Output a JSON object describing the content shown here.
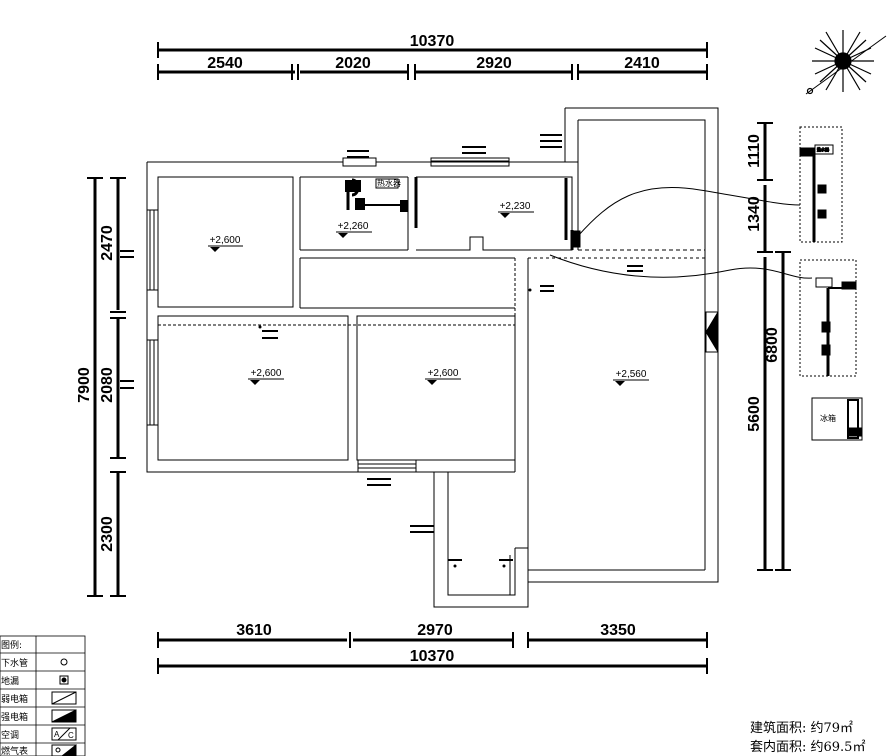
{
  "dimensions": {
    "top_total": "10370",
    "top_segments": [
      "2540",
      "2020",
      "2920",
      "2410"
    ],
    "bottom_segments": [
      "3610",
      "2970",
      "3350"
    ],
    "bottom_total": "10370",
    "left_total": "7900",
    "left_segments": [
      "2470",
      "2080",
      "2300"
    ],
    "right_segments": [
      "1110",
      "1340",
      "5600"
    ],
    "right_extra": "6800"
  },
  "rooms": {
    "bedroom_top_left": "+2,600",
    "bathroom": "+2,260",
    "kitchen": "+2,230",
    "bedroom_mid_left": "+2,600",
    "bedroom_mid_center": "+2,600",
    "living_room": "+2,560"
  },
  "fixtures": {
    "water_heater": "热水器",
    "fridge": "冰箱",
    "small_box": "热水器"
  },
  "legend": {
    "title": "图例:",
    "items": [
      {
        "label": "下水管",
        "icon": "circle-icon"
      },
      {
        "label": "地漏",
        "icon": "floor-drain-icon"
      },
      {
        "label": "弱电箱",
        "icon": "weak-box-icon"
      },
      {
        "label": "强电箱",
        "icon": "strong-box-icon"
      },
      {
        "label": "空调",
        "icon": "ac-icon"
      },
      {
        "label": "燃气表",
        "icon": "gas-meter-icon"
      }
    ]
  },
  "areas": {
    "building_area": "建筑面积: 约79㎡",
    "inner_area": "套内面积: 约69.5㎡"
  }
}
